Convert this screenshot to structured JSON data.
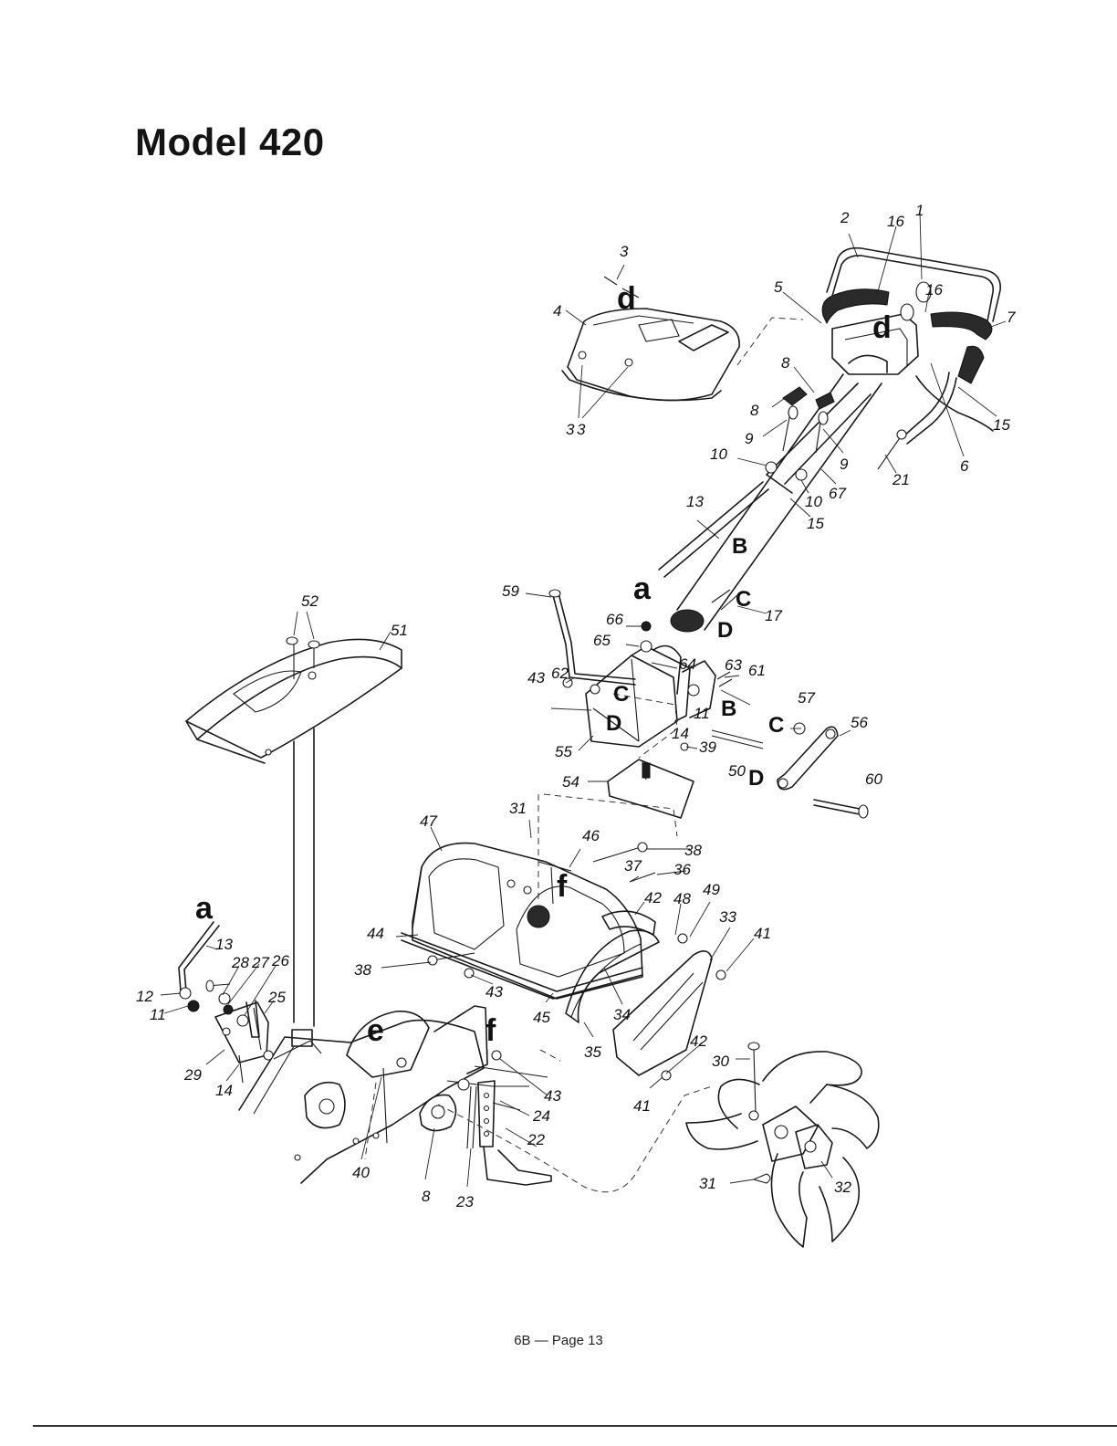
{
  "page": {
    "title": "Model 420",
    "footer": "6B — Page 13"
  },
  "diagram": {
    "part_numbers": [
      "1",
      "2",
      "3",
      "3",
      "3",
      "4",
      "5",
      "6",
      "7",
      "8",
      "8",
      "8",
      "9",
      "9",
      "10",
      "10",
      "11",
      "11",
      "12",
      "13",
      "13",
      "14",
      "14",
      "15",
      "15",
      "16",
      "16",
      "17",
      "21",
      "22",
      "23",
      "24",
      "25",
      "26",
      "27",
      "28",
      "29",
      "30",
      "31",
      "31",
      "32",
      "33",
      "34",
      "35",
      "36",
      "37",
      "38",
      "38",
      "39",
      "40",
      "41",
      "41",
      "42",
      "42",
      "43",
      "43",
      "43",
      "44",
      "45",
      "46",
      "47",
      "48",
      "49",
      "50",
      "51",
      "52",
      "54",
      "55",
      "56",
      "57",
      "59",
      "60",
      "61",
      "62",
      "63",
      "64",
      "65",
      "66",
      "67"
    ],
    "reference_letters": [
      "a",
      "a",
      "B",
      "B",
      "C",
      "C",
      "C",
      "D",
      "D",
      "D",
      "d",
      "d",
      "e",
      "f",
      "f"
    ]
  }
}
